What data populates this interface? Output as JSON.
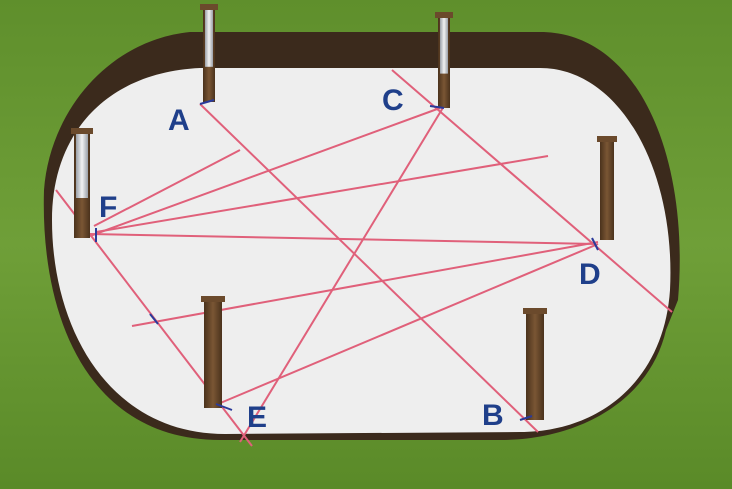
{
  "colors": {
    "grass": "#6a9a33",
    "grass_dark": "#4d7a22",
    "soil": "#3b2a1c",
    "pad": "#eeeeee",
    "line": "#e0607a",
    "post": "#6b4a2c",
    "label": "#1f3f8a",
    "tick": "#2a3a9a"
  },
  "points": [
    {
      "name": "A",
      "label": "A"
    },
    {
      "name": "B",
      "label": "B"
    },
    {
      "name": "C",
      "label": "C"
    },
    {
      "name": "D",
      "label": "D"
    },
    {
      "name": "E",
      "label": "E"
    },
    {
      "name": "F",
      "label": "F"
    }
  ]
}
